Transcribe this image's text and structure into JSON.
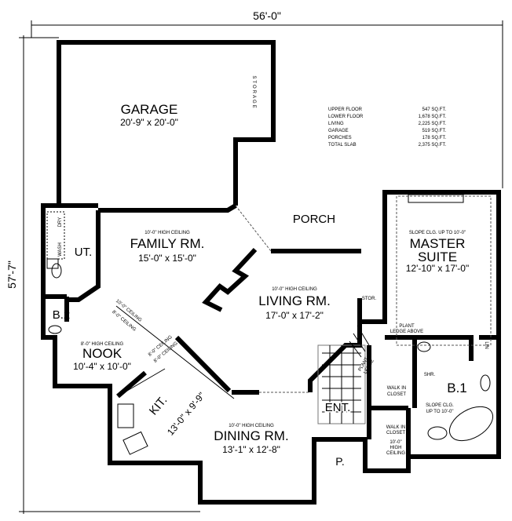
{
  "dimensions": {
    "width": "56'-0\"",
    "depth": "57'-7\""
  },
  "area_table": [
    {
      "label": "UPPER FLOOR",
      "value": "547 SQ.FT."
    },
    {
      "label": "LOWER FLOOR",
      "value": "1,678 SQ.FT."
    },
    {
      "label": "LIVING",
      "value": "2,225 SQ.FT."
    },
    {
      "label": "GARAGE",
      "value": "519 SQ.FT."
    },
    {
      "label": "PORCHES",
      "value": "178 SQ.FT."
    },
    {
      "label": "TOTAL SLAB",
      "value": "2,375 SQ.FT."
    }
  ],
  "rooms": {
    "garage": {
      "name": "GARAGE",
      "size": "20'-9\" x 20'-0\"",
      "storage": "STORAGE"
    },
    "porch": {
      "name": "PORCH"
    },
    "master": {
      "note": "SLOPE CLG. UP TO 10'-0\"",
      "name1": "MASTER",
      "name2": "SUITE",
      "size": "12'-10\" x 17'-0\""
    },
    "family": {
      "note": "10'-0\" HIGH CEILING",
      "name": "FAMILY RM.",
      "size": "15'-0\" x 15'-0\""
    },
    "living": {
      "note": "10'-0\" HIGH CEILING",
      "name": "LIVING RM.",
      "size": "17'-0\" x 17'-2\""
    },
    "utility": {
      "name": "UT.",
      "wash": "WASH",
      "dry": "DRY"
    },
    "bath2": {
      "name": "B.2"
    },
    "nook": {
      "note": "8'-0\" HIGH CEILING",
      "name": "NOOK",
      "size": "10'-4\" x 10'-0\""
    },
    "ceiling_labels": {
      "upper_a": "10'-0\" CEILING",
      "upper_b": "8'-0\" CEILING",
      "lower_a": "8'-0\" CEILING",
      "lower_b": "8'-0\" CEILING"
    },
    "kitchen": {
      "name": "KIT.",
      "size": "13'-0\" x 9'-9\""
    },
    "dining": {
      "note": "10'-0\" HIGH CEILING",
      "name": "DINING RM.",
      "size": "13'-1\" x 12'-8\""
    },
    "entry": {
      "name": "ENT."
    },
    "powder": {
      "name": "P."
    },
    "storage": {
      "name": "STOR."
    },
    "plant_ledge_above": {
      "line1": "PLANT",
      "line2": "LEDGE ABOVE"
    },
    "plant_ledge": {
      "line1": "PLANT",
      "line2": "LEDGE"
    },
    "shower": {
      "name": "SHR."
    },
    "bath1": {
      "name": "B.1",
      "note1": "SLOPE CLG.",
      "note2": "UP TO 10'-0\""
    },
    "closet1": {
      "line1": "WALK IN",
      "line2": "CLOSET"
    },
    "closet2": {
      "line1": "WALK IN",
      "line2": "CLOSET",
      "note1": "10'-0\"",
      "note2": "HIGH",
      "note3": "CEILING"
    },
    "linen": {
      "name": "LIN"
    }
  }
}
